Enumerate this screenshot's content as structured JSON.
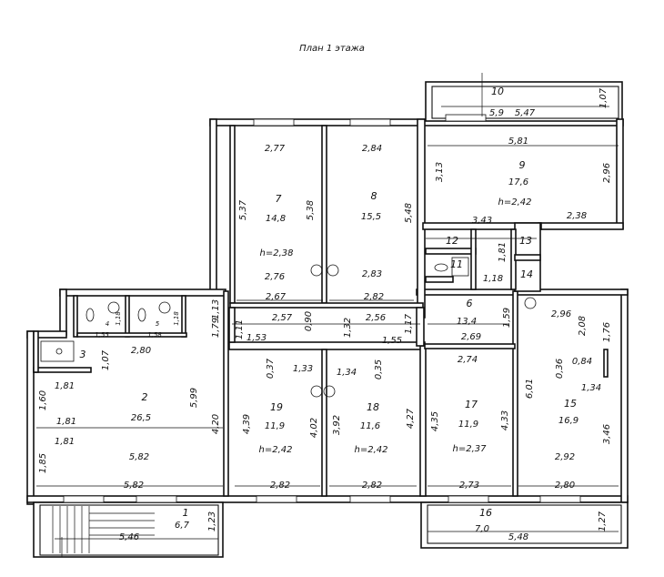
{
  "title": "План 1 этажа",
  "rooms": [
    {
      "num": "1",
      "area": "6,7"
    },
    {
      "num": "2",
      "area": "26,5"
    },
    {
      "num": "3"
    },
    {
      "num": "4"
    },
    {
      "num": "5"
    },
    {
      "num": "6",
      "area": "13,4"
    },
    {
      "num": "7",
      "area": "14,8",
      "height": "h=2,38"
    },
    {
      "num": "8",
      "area": "15,5"
    },
    {
      "num": "9",
      "area": "17,6",
      "height": "h=2,42"
    },
    {
      "num": "10",
      "area": "5,9"
    },
    {
      "num": "11"
    },
    {
      "num": "12"
    },
    {
      "num": "13"
    },
    {
      "num": "14"
    },
    {
      "num": "15",
      "area": "16,9"
    },
    {
      "num": "16",
      "area": "7,0"
    },
    {
      "num": "17",
      "area": "11,9",
      "height": "h=2,37"
    },
    {
      "num": "18",
      "area": "11,6",
      "height": "h=2,42"
    },
    {
      "num": "19",
      "area": "11,9",
      "height": "h=2,42"
    }
  ],
  "dimensions": [
    "5,47",
    "1,07",
    "5,81",
    "3,13",
    "2,96",
    "2,38",
    "3,43",
    "1,81",
    "1,18",
    "2,77",
    "5,37",
    "5,38",
    "2,76",
    "2,67",
    "2,84",
    "5,48",
    "2,83",
    "2,82",
    "1,13",
    "1,79",
    "1,11",
    "1,53",
    "2,57",
    "0,90",
    "1,32",
    "2,56",
    "1,17",
    "1,55",
    "2,96",
    "2,08",
    "1,76",
    "1,59",
    "2,69",
    "1,55",
    "1,58",
    "1,18",
    "1,18",
    "2,80",
    "1,07",
    "1,81",
    "1,60",
    "1,81",
    "1,81",
    "5,99",
    "4,20",
    "5,82",
    "1,85",
    "5,82",
    "0,37",
    "1,33",
    "1,34",
    "0,35",
    "4,39",
    "4,02",
    "2,82",
    "3,92",
    "4,27",
    "2,82",
    "2,74",
    "4,35",
    "4,33",
    "2,73",
    "0,36",
    "0,84",
    "1,34",
    "6,01",
    "3,46",
    "2,92",
    "2,80",
    "5,46",
    "1,23",
    "5,48",
    "1,27"
  ]
}
